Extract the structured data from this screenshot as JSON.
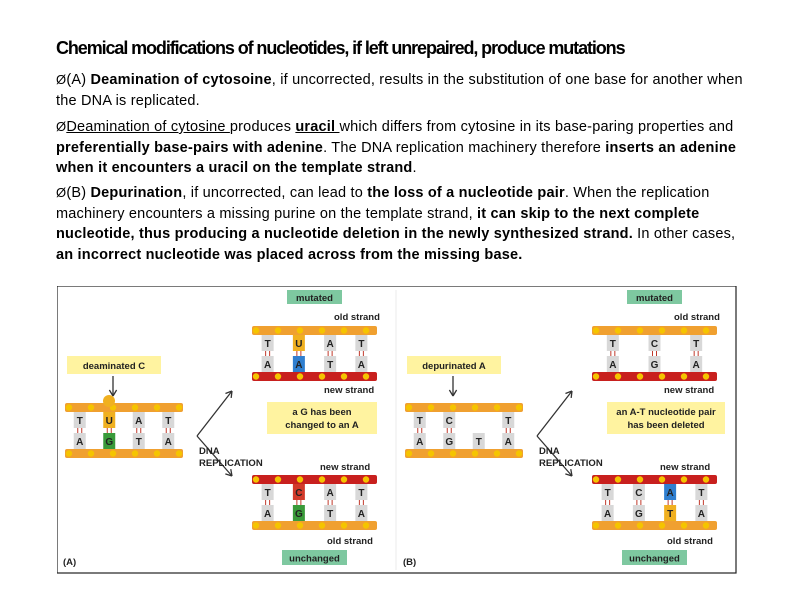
{
  "title": "Chemical modifications of nucleotides, if left unrepaired, produce  mutations",
  "bullet_glyph": "Ø",
  "p1": {
    "label": "(A) ",
    "term": "Deamination of cytosoine",
    "rest": ", if uncorrected, results in the substitution of one base for another when the DNA is replicated."
  },
  "p2": {
    "t1": "Deamination of cytosine ",
    "t2": "produces ",
    "t3": "uracil ",
    "t4": "which differs from cytosine in its base-paring properties and ",
    "t5": "preferentially base-pairs with adenine",
    "t6": ". The DNA replication machinery therefore ",
    "t7": "inserts an adenine when it encounters a uracil on the template  strand",
    "t8": "."
  },
  "p3": {
    "t1": "(B) ",
    "t2": "Depurination",
    "t3": ", if uncorrected, can lead to ",
    "t4": "the loss of a nucleotide pair",
    "t5": ". When the replication machinery encounters a missing purine on the template strand, ",
    "t6": "it can skip to the next complete nucleotide, thus producing a nucleotide deletion in the newly synthesized strand.",
    "t7": " In other cases, ",
    "t8": "an incorrect nucleotide was placed across from the missing base."
  },
  "figure": {
    "panelA": {
      "letter": "(A)",
      "label_deaminated": "deaminated C",
      "top_mutated": "mutated",
      "old_strand": "old strand",
      "new_strand": "new strand",
      "callout": "a G has been changed to an A",
      "dna_replication": "DNA REPLICATION",
      "bottom_new_strand": "new strand",
      "bottom_old_strand": "old strand",
      "unchanged": "unchanged",
      "left_top": [
        "T",
        "U",
        "A",
        "T"
      ],
      "left_bottom": [
        "A",
        "G",
        "T",
        "A"
      ],
      "mut_top": [
        "T",
        "U",
        "A",
        "T"
      ],
      "mut_bottom": [
        "A",
        "A",
        "T",
        "A"
      ],
      "unch_top": [
        "T",
        "C",
        "A",
        "T"
      ],
      "unch_bottom": [
        "A",
        "G",
        "T",
        "A"
      ]
    },
    "panelB": {
      "letter": "(B)",
      "label_depurinated": "depurinated A",
      "top_mutated": "mutated",
      "old_strand": "old strand",
      "new_strand": "new strand",
      "callout": "an A-T nucleotide pair has been deleted",
      "dna_replication": "DNA REPLICATION",
      "bottom_new_strand": "new strand",
      "bottom_old_strand": "old strand",
      "unchanged": "unchanged",
      "left_top": [
        "T",
        "C",
        "",
        "T"
      ],
      "left_bottom": [
        "A",
        "G",
        "T",
        "A"
      ],
      "mut_top": [
        "T",
        "C",
        "T"
      ],
      "mut_bottom": [
        "A",
        "G",
        "A"
      ],
      "unch_top": [
        "T",
        "C",
        "A",
        "T"
      ],
      "unch_bottom": [
        "A",
        "G",
        "T",
        "A"
      ]
    },
    "colors": {
      "strand_orange": "#f0a030",
      "strand_red": "#c8201e",
      "phosphate_yellow": "#f5c400",
      "base_gray": "#d8d8d8",
      "base_green": "#3a9a3a",
      "base_blue": "#2f7fd0",
      "base_orange": "#f0b020",
      "base_red": "#d23a2a",
      "label_green": "#7ec8a0",
      "label_yellow": "#fff3a0"
    }
  }
}
